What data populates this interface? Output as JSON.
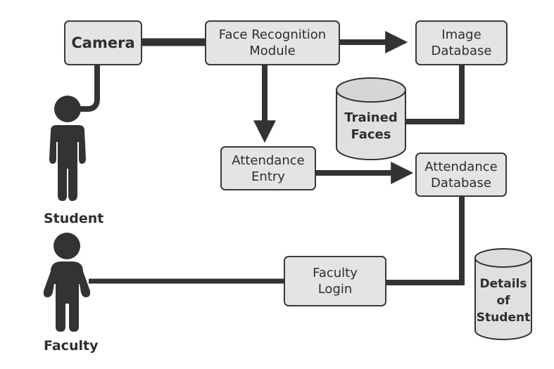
{
  "diagram": {
    "title": "Face Recognition Attendance System",
    "nodes": {
      "camera": "Camera",
      "face_recognition": "Face Recognition\nModule",
      "image_database": "Image\nDatabase",
      "trained_faces": "Trained\nFaces",
      "attendance_entry": "Attendance\nEntry",
      "attendance_database": "Attendance\nDatabase",
      "faculty_login": "Faculty\nLogin",
      "details_of_student": "Details\nof\nStudent"
    },
    "actors": {
      "student": "Student",
      "faculty": "Faculty"
    },
    "edges": [
      {
        "from": "Student",
        "to": "Camera",
        "arrow": false
      },
      {
        "from": "Camera",
        "to": "Face Recognition Module",
        "arrow": false
      },
      {
        "from": "Face Recognition Module",
        "to": "Image Database",
        "arrow": true
      },
      {
        "from": "Image Database",
        "to": "Trained Faces",
        "arrow": false
      },
      {
        "from": "Face Recognition Module",
        "to": "Attendance Entry",
        "arrow": true
      },
      {
        "from": "Attendance Entry",
        "to": "Attendance Database",
        "arrow": true
      },
      {
        "from": "Attendance Database",
        "to": "Faculty Login",
        "arrow": false
      },
      {
        "from": "Faculty",
        "to": "Faculty Login",
        "arrow": false
      }
    ],
    "colors": {
      "box_fill": "#e4e4e4",
      "stroke": "#333333",
      "background": "#ffffff"
    }
  }
}
